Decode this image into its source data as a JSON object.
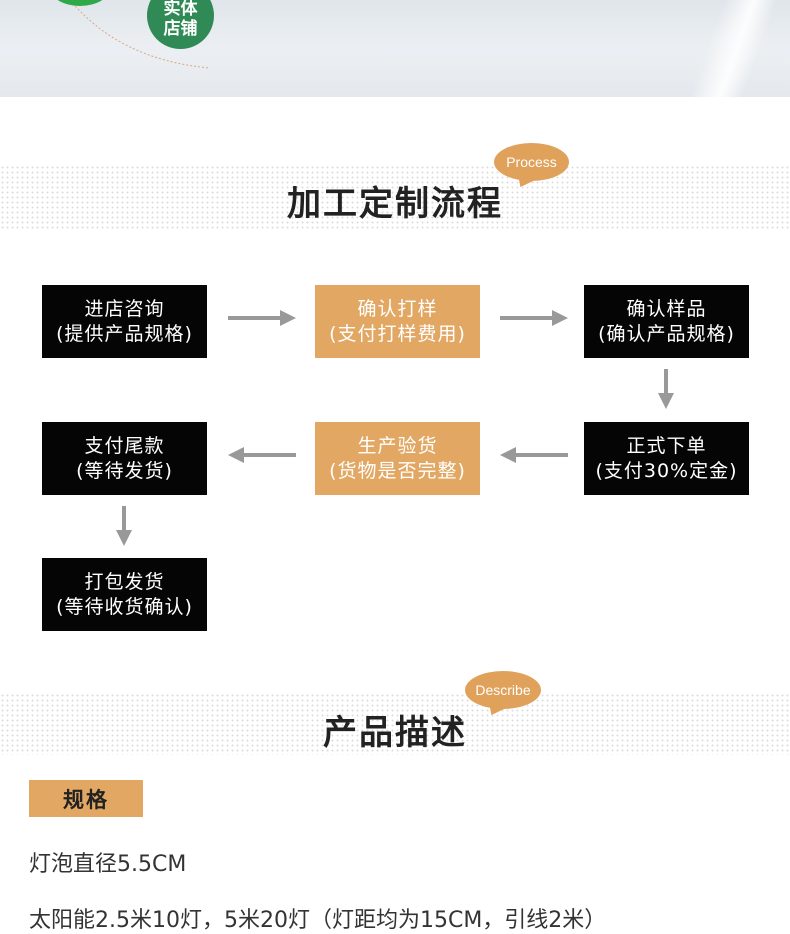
{
  "banner": {
    "store_badge_line1": "实体",
    "store_badge_line2": "店铺"
  },
  "process_section": {
    "title": "加工定制流程",
    "bubble": "Process",
    "steps": [
      {
        "line1": "进店咨询",
        "line2": "(提供产品规格)",
        "style": "dark"
      },
      {
        "line1": "确认打样",
        "line2": "(支付打样费用)",
        "style": "tan"
      },
      {
        "line1": "确认样品",
        "line2": "(确认产品规格)",
        "style": "dark"
      },
      {
        "line1": "正式下单",
        "line2": "(支付30%定金)",
        "style": "dark"
      },
      {
        "line1": "生产验货",
        "line2": "(货物是否完整)",
        "style": "tan"
      },
      {
        "line1": "支付尾款",
        "line2": "(等待发货)",
        "style": "dark"
      },
      {
        "line1": "打包发货",
        "line2": "(等待收货确认)",
        "style": "dark"
      }
    ]
  },
  "describe_section": {
    "title": "产品描述",
    "bubble": "Describe",
    "tag": "规格",
    "lines": [
      "灯泡直径5.5CM",
      "太阳能2.5米10灯，5米20灯（灯距均为15CM，引线2米）"
    ]
  },
  "colors": {
    "tan": "#e1a763",
    "bubble": "#e0a15a",
    "dark_box": "#050505",
    "arrow": "#999999",
    "green_badge": "#2f8a55"
  }
}
